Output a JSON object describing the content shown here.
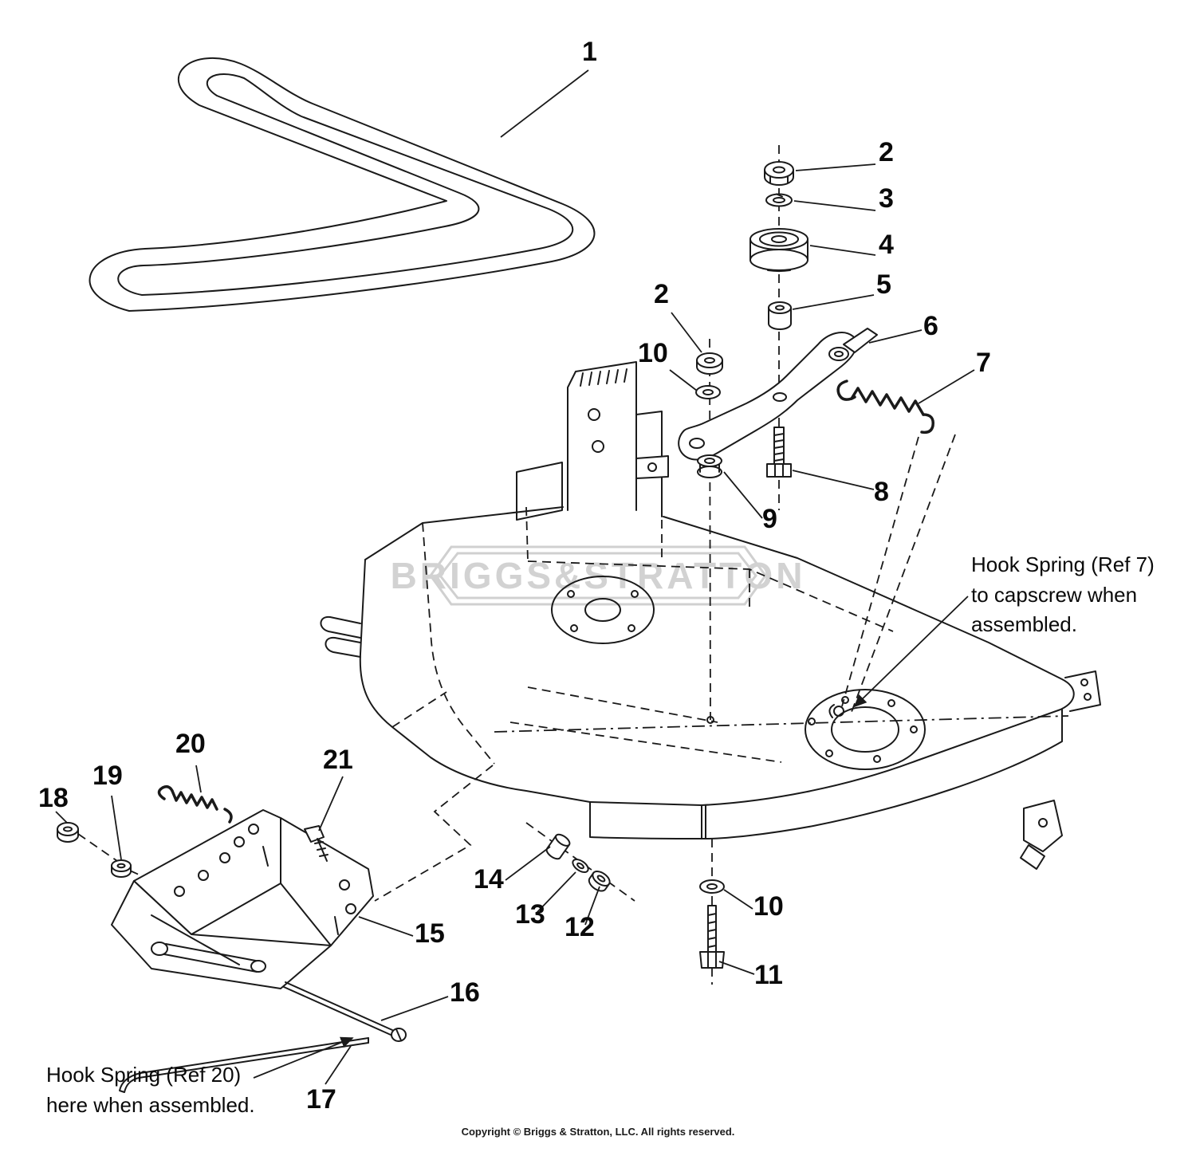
{
  "diagram": {
    "watermark": "BRIGGS&STRATTON",
    "copyright": "Copyright © Briggs & Stratton, LLC. All rights reserved.",
    "annotation_ref7": "Hook Spring (Ref 7) to capscrew when assembled.",
    "annotation_ref20": "Hook Spring (Ref 20) here when assembled."
  },
  "callouts": [
    {
      "num": "1"
    },
    {
      "num": "2"
    },
    {
      "num": "3"
    },
    {
      "num": "4"
    },
    {
      "num": "5"
    },
    {
      "num": "6"
    },
    {
      "num": "7"
    },
    {
      "num": "2"
    },
    {
      "num": "10"
    },
    {
      "num": "8"
    },
    {
      "num": "9"
    },
    {
      "num": "20"
    },
    {
      "num": "21"
    },
    {
      "num": "18"
    },
    {
      "num": "19"
    },
    {
      "num": "15"
    },
    {
      "num": "16"
    },
    {
      "num": "17"
    },
    {
      "num": "14"
    },
    {
      "num": "13"
    },
    {
      "num": "12"
    },
    {
      "num": "10"
    },
    {
      "num": "11"
    }
  ]
}
